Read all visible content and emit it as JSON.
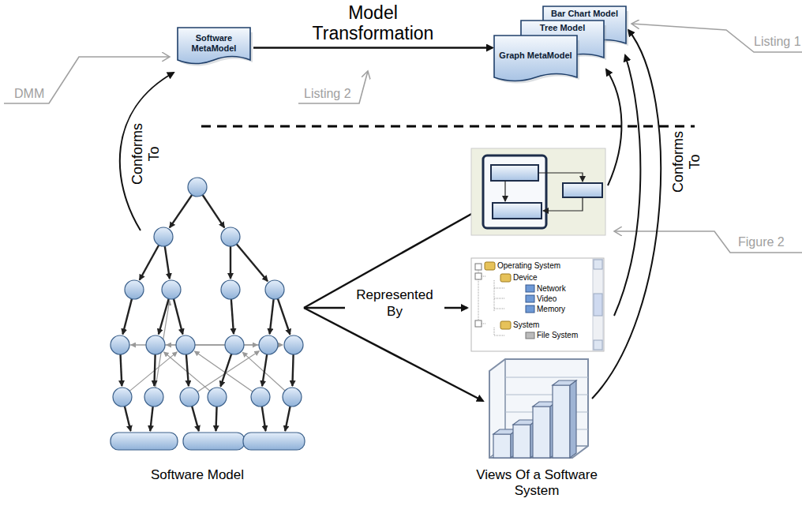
{
  "diagram": {
    "nodes": [
      {
        "text": [
          "Software MetaModel"
        ]
      },
      {
        "text": [
          "Bar Chart Model"
        ]
      },
      {
        "text": [
          "Tree Model"
        ]
      },
      {
        "text": [
          "Graph MetaModel"
        ]
      }
    ],
    "edges": [
      {
        "from": 0,
        "to": 3,
        "arrow": "to",
        "label": "Model Transformation"
      }
    ],
    "labels": [
      "Listing 1",
      "DMM",
      "Listing 2",
      "Conforms To",
      "Conforms To",
      "Figure 2",
      "Represented By",
      "Operating System",
      "Device",
      "Network",
      "Video",
      "Memory",
      "System",
      "File System",
      "Software Model",
      "Views Of a Software System"
    ]
  }
}
